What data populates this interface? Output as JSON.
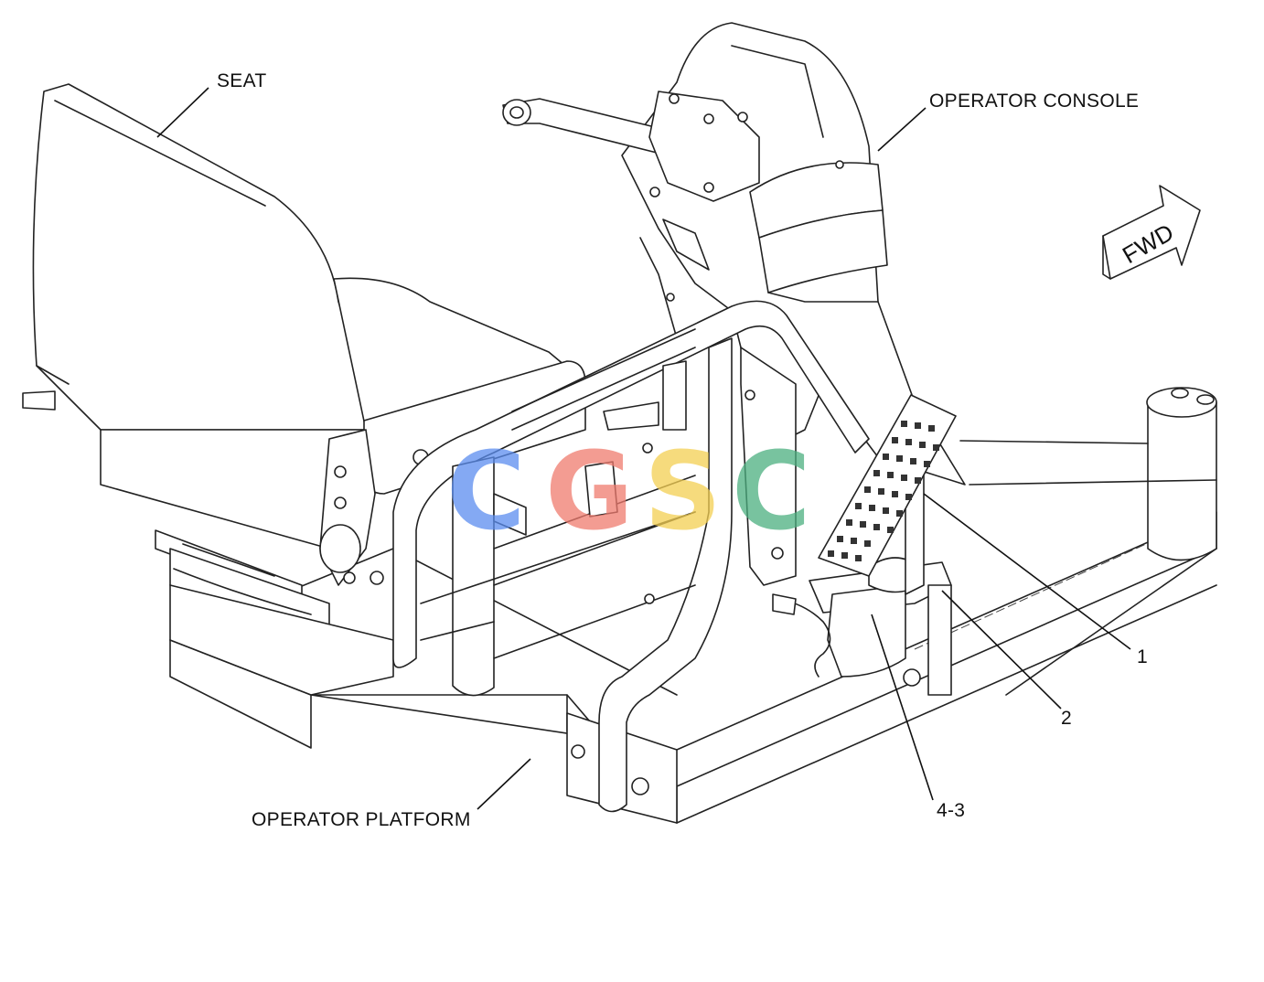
{
  "callouts": {
    "seat": "SEAT",
    "operator_console": "OPERATOR CONSOLE",
    "operator_platform": "OPERATOR PLATFORM",
    "item_1": "1",
    "item_2": "2",
    "item_4_3": "4-3"
  },
  "direction_arrow": {
    "label": "FWD",
    "icon": "forward-arrow-icon"
  },
  "watermark": {
    "letters": [
      "C",
      "G",
      "S",
      "C"
    ],
    "colors": [
      "#5b8def",
      "#f07b6e",
      "#f4cf52",
      "#4caf80"
    ]
  }
}
